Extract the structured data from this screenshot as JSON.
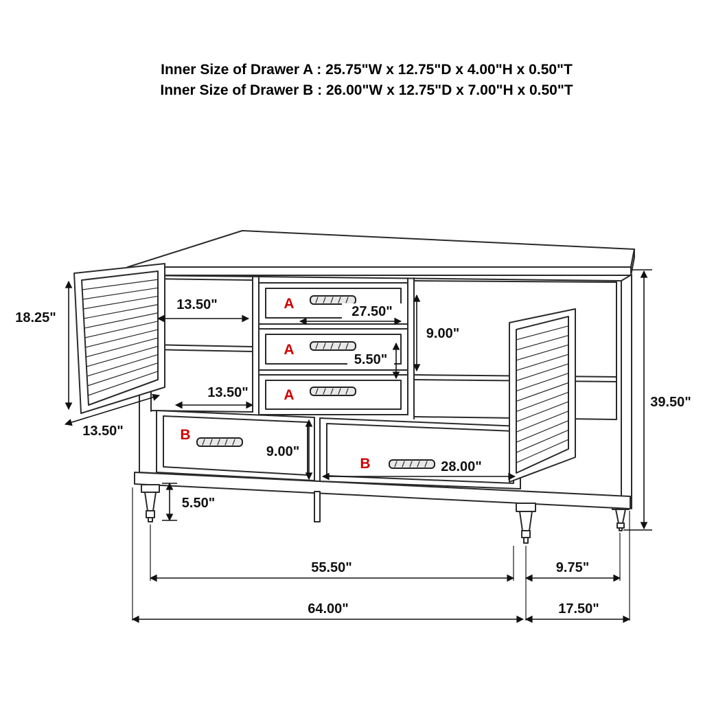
{
  "colors": {
    "line": "#2a2a2a",
    "dimension": "#111111",
    "accent_red": "#cc0000",
    "background": "#ffffff"
  },
  "header": {
    "line1": "Inner Size of Drawer A : 25.75\"W x 12.75\"D x 4.00\"H x 0.50\"T",
    "line2": "Inner Size of Drawer B : 26.00\"W x 12.75\"D x 7.00\"H x 0.50\"T"
  },
  "labels": {
    "drawer_a": "A",
    "drawer_b": "B"
  },
  "dimensions": {
    "door_height": "18.25\"",
    "left_shelf_width": "13.50\"",
    "door_width": "13.50\"",
    "left_lower_shelf_width": "13.50\"",
    "drawer_a_width": "27.50\"",
    "right_shelf_height": "9.00\"",
    "drawer_a_spacing": "5.50\"",
    "drawer_b_height": "9.00\"",
    "drawer_b_width": "28.00\"",
    "overall_height": "39.50\"",
    "leg_height": "5.50\"",
    "inner_width": "55.50\"",
    "right_section_width": "9.75\"",
    "overall_width": "64.00\"",
    "overall_depth": "17.50\""
  }
}
